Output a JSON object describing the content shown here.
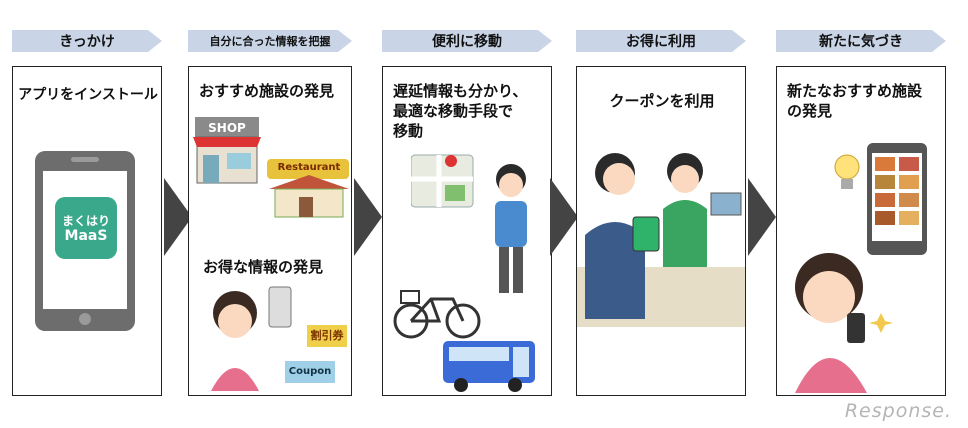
{
  "steps": [
    {
      "header": "きっかけ"
    },
    {
      "header": "自分に合った情報を把握"
    },
    {
      "header": "便利に移動"
    },
    {
      "header": "お得に利用"
    },
    {
      "header": "新たに気づき"
    }
  ],
  "panels": {
    "p1": {
      "title": "アプリをインストール",
      "app_label_1": "まくはり",
      "app_label_2": "MaaS"
    },
    "p2": {
      "title_top": "おすすめ施設の発見",
      "title_bottom": "お得な情報の発見",
      "shop_sign": "SHOP",
      "restaurant_sign": "Restaurant",
      "coupon_jp": "割引券",
      "coupon_en": "Coupon"
    },
    "p3": {
      "title_l1": "遅延情報も分かり、",
      "title_l2": "最適な移動手段で",
      "title_l3": "移動"
    },
    "p4": {
      "title": "クーポンを利用"
    },
    "p5": {
      "title_l1": "新たなおすすめ施設",
      "title_l2": "の発見"
    }
  },
  "watermark": "Response.",
  "colors": {
    "header_bg": "#c9d5e6",
    "arrow": "#444444",
    "app_green": "#3aa88a"
  }
}
